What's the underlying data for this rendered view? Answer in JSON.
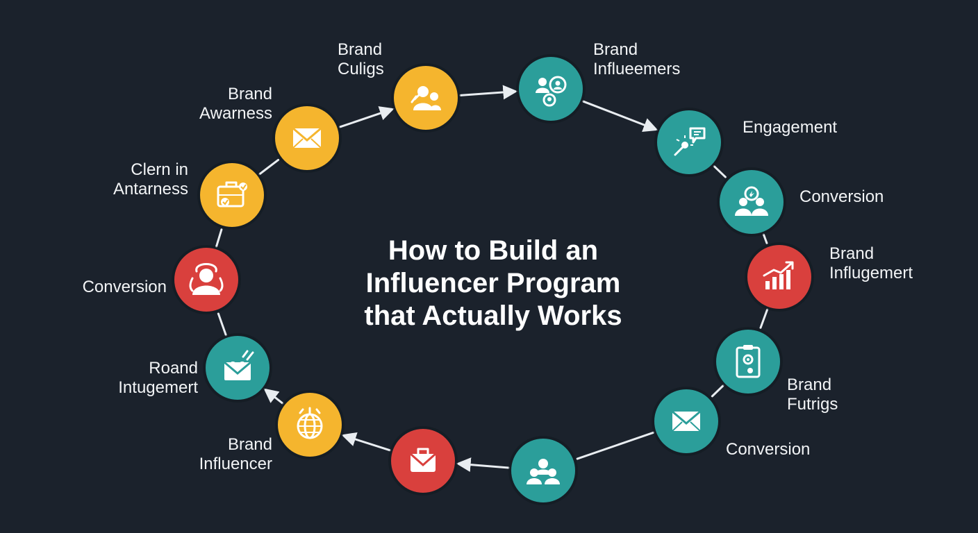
{
  "title": {
    "line1": "How to Build an",
    "line2": "Influencer Program",
    "line3": "that Actually Works"
  },
  "colors": {
    "background": "#1b222c",
    "yellow": "#f5b52e",
    "teal": "#2b9e9a",
    "red": "#d9403d",
    "connector": "#e9edf1",
    "text": "#f2f4f6"
  },
  "steps": [
    {
      "icon": "people-icon",
      "color": "yellow",
      "lines": [
        "Brand",
        "Culigs"
      ]
    },
    {
      "icon": "people-network-icon",
      "color": "teal",
      "lines": [
        "Brand",
        "Influeemers"
      ]
    },
    {
      "icon": "chat-bubble-icon",
      "color": "teal",
      "lines": [
        "Engagement"
      ]
    },
    {
      "icon": "users-group-icon",
      "color": "teal",
      "lines": [
        "Conversion"
      ]
    },
    {
      "icon": "bar-chart-icon",
      "color": "red",
      "lines": [
        "Brand",
        "Influgemert"
      ]
    },
    {
      "icon": "clipboard-icon",
      "color": "teal",
      "lines": [
        "Brand",
        "Futrigs"
      ]
    },
    {
      "icon": "envelope-icon",
      "color": "teal",
      "lines": [
        "Conversion"
      ]
    },
    {
      "icon": "team-icon",
      "color": "teal",
      "lines": []
    },
    {
      "icon": "mail-bag-icon",
      "color": "red",
      "lines": []
    },
    {
      "icon": "globe-icon",
      "color": "yellow",
      "lines": [
        "Brand",
        "Influencer"
      ]
    },
    {
      "icon": "envelope-heart-icon",
      "color": "teal",
      "lines": [
        "Roand",
        "Intugemert"
      ]
    },
    {
      "icon": "person-icon",
      "color": "red",
      "lines": [
        "Conversion"
      ]
    },
    {
      "icon": "briefcase-icon",
      "color": "yellow",
      "lines": [
        "Clern in",
        "Antarness"
      ]
    },
    {
      "icon": "envelope-icon",
      "color": "yellow",
      "lines": [
        "Brand",
        "Awarness"
      ]
    }
  ]
}
